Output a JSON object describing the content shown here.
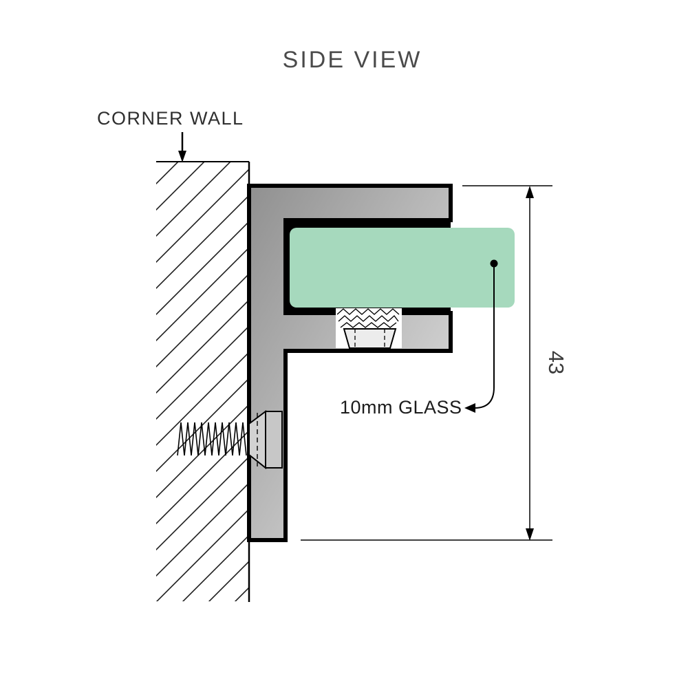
{
  "title": "SIDE VIEW",
  "labels": {
    "wall": "CORNER WALL",
    "glass": "10mm GLASS",
    "dimension": "43"
  },
  "colors": {
    "glass": "#a6d9bd",
    "bracket_dark": "#909090",
    "bracket_light": "#e6e6e6",
    "screw_head": "#d2d2d2",
    "outline": "#000000"
  }
}
